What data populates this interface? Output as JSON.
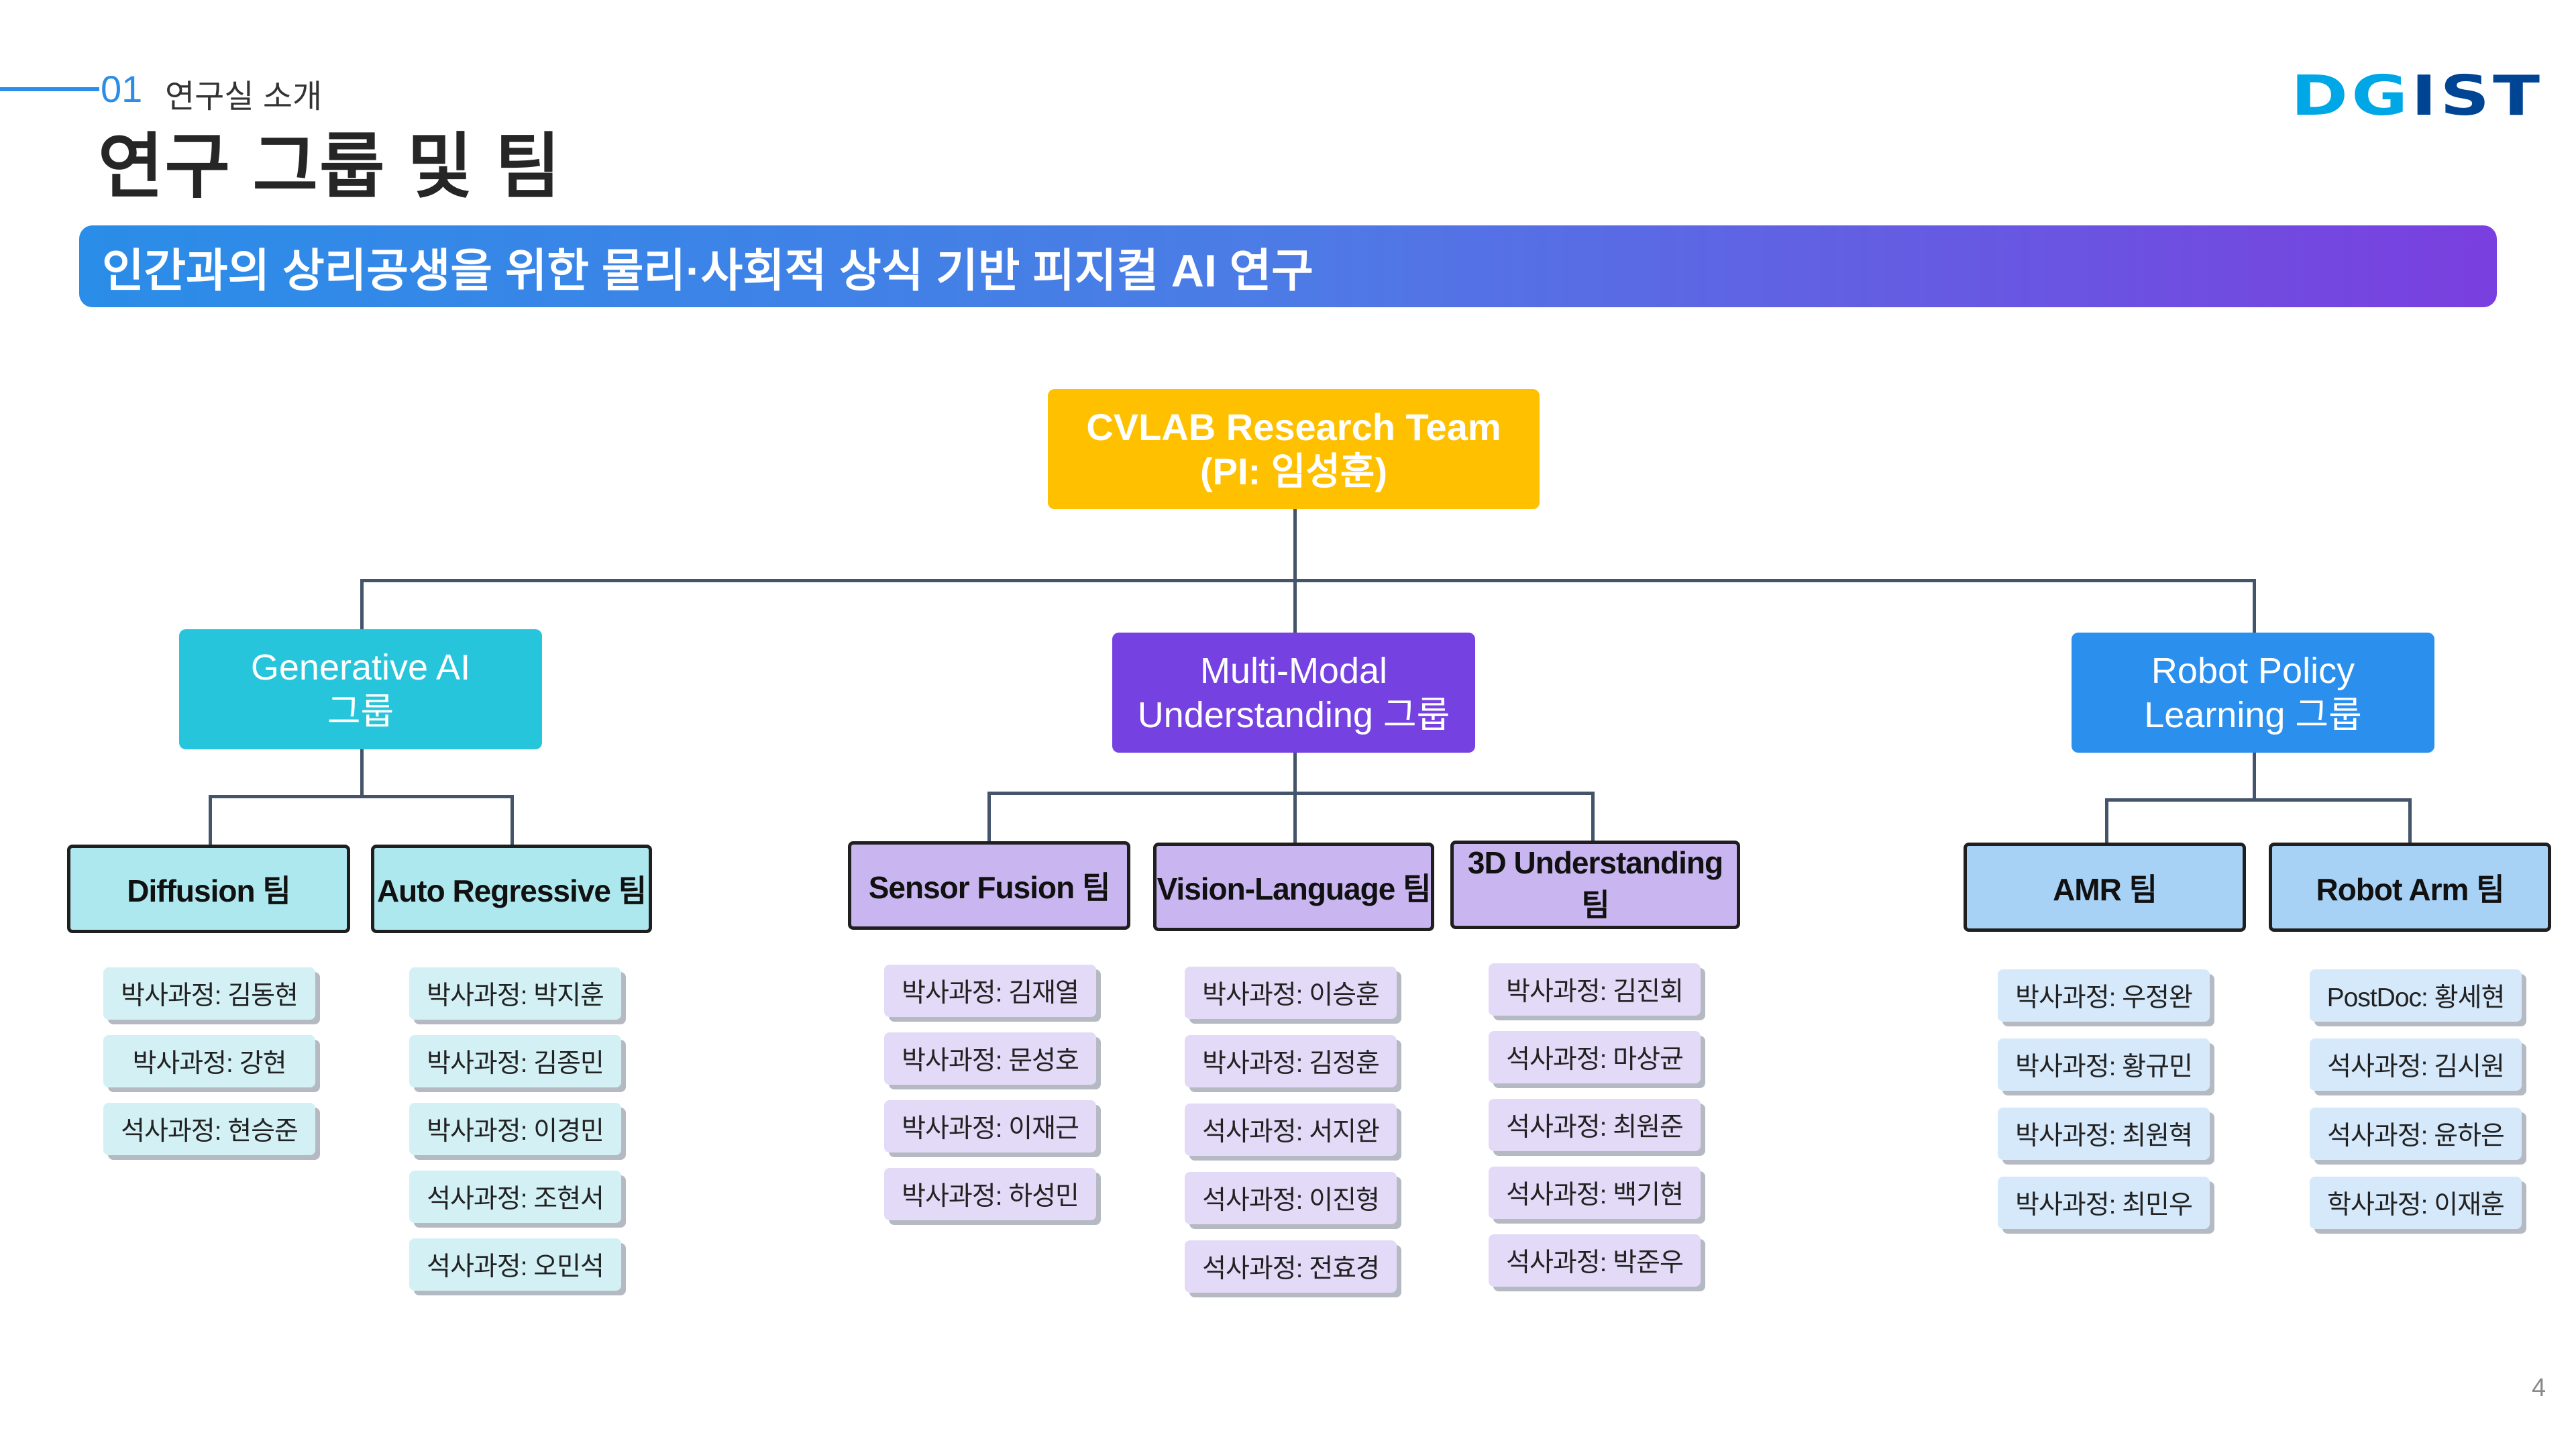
{
  "header": {
    "section_number": "01",
    "section_label": "연구실 소개",
    "title": "연구 그룹 및 팀",
    "logo_text": "DGIST",
    "logo_parts": [
      "DG",
      "IST"
    ]
  },
  "banner": {
    "text": "인간과의 상리공생을 위한 물리·사회적 상식 기반 피지컬 AI 연구"
  },
  "colors": {
    "accent_blue": "#2a8de8",
    "root": "#ffc000",
    "genai": "#27c5db",
    "multimodal": "#7541e0",
    "robot": "#2b8fee",
    "logo_light": "#00a7e6",
    "logo_dark": "#004494"
  },
  "root": {
    "line1": "CVLAB Research Team",
    "line2": "(PI: 임성훈)"
  },
  "groups": [
    {
      "line1": "Generative AI",
      "line2": "그룹",
      "teams": [
        {
          "name": "Diffusion 팀",
          "members": [
            "박사과정: 김동현",
            "박사과정: 강현",
            "석사과정: 현승준"
          ]
        },
        {
          "name": "Auto Regressive 팀",
          "members": [
            "박사과정: 박지훈",
            "박사과정: 김종민",
            "박사과정: 이경민",
            "석사과정: 조현서",
            "석사과정: 오민석"
          ]
        }
      ]
    },
    {
      "line1": "Multi-Modal",
      "line2": "Understanding 그룹",
      "teams": [
        {
          "name": "Sensor Fusion 팀",
          "members": [
            "박사과정: 김재열",
            "박사과정: 문성호",
            "박사과정: 이재근",
            "박사과정: 하성민"
          ]
        },
        {
          "name": "Vision-Language 팀",
          "members": [
            "박사과정: 이승훈",
            "박사과정: 김정훈",
            "석사과정: 서지완",
            "석사과정: 이진형",
            "석사과정: 전효경"
          ]
        },
        {
          "name": "3D Understanding 팀",
          "members": [
            "박사과정: 김진회",
            "석사과정: 마상균",
            "석사과정: 최원준",
            "석사과정: 백기현",
            "석사과정: 박준우"
          ]
        }
      ]
    },
    {
      "line1": "Robot Policy",
      "line2": "Learning 그룹",
      "teams": [
        {
          "name": "AMR 팀",
          "members": [
            "박사과정: 우정완",
            "박사과정: 황규민",
            "박사과정: 최원혁",
            "박사과정: 최민우"
          ]
        },
        {
          "name": "Robot Arm 팀",
          "members": [
            "PostDoc: 황세현",
            "석사과정: 김시원",
            "석사과정: 윤하은",
            "학사과정: 이재훈"
          ]
        }
      ]
    }
  ],
  "page_number": "4"
}
